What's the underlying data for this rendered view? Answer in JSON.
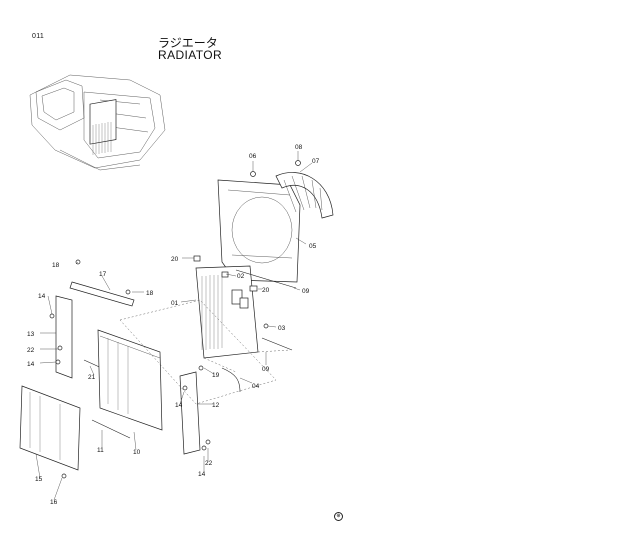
{
  "page": {
    "page_number": "011",
    "title_jp": "ラジエータ",
    "title_en": "RADIATOR",
    "footer_mark": "⊕"
  },
  "callouts": [
    {
      "id": "c01",
      "text": "01"
    },
    {
      "id": "c02",
      "text": "02"
    },
    {
      "id": "c03",
      "text": "03"
    },
    {
      "id": "c04",
      "text": "04"
    },
    {
      "id": "c05",
      "text": "05"
    },
    {
      "id": "c06",
      "text": "06"
    },
    {
      "id": "c07",
      "text": "07"
    },
    {
      "id": "c08",
      "text": "08"
    },
    {
      "id": "c09a",
      "text": "09"
    },
    {
      "id": "c09b",
      "text": "09"
    },
    {
      "id": "c10",
      "text": "10"
    },
    {
      "id": "c11",
      "text": "11"
    },
    {
      "id": "c12",
      "text": "12"
    },
    {
      "id": "c13",
      "text": "13"
    },
    {
      "id": "c14a",
      "text": "14"
    },
    {
      "id": "c14b",
      "text": "14"
    },
    {
      "id": "c14c",
      "text": "14"
    },
    {
      "id": "c14d",
      "text": "14"
    },
    {
      "id": "c15",
      "text": "15"
    },
    {
      "id": "c16",
      "text": "16"
    },
    {
      "id": "c17",
      "text": "17"
    },
    {
      "id": "c18a",
      "text": "18"
    },
    {
      "id": "c18b",
      "text": "18"
    },
    {
      "id": "c19",
      "text": "19"
    },
    {
      "id": "c20a",
      "text": "20"
    },
    {
      "id": "c20b",
      "text": "20"
    },
    {
      "id": "c21",
      "text": "21"
    },
    {
      "id": "c22a",
      "text": "22"
    },
    {
      "id": "c22b",
      "text": "22"
    }
  ]
}
